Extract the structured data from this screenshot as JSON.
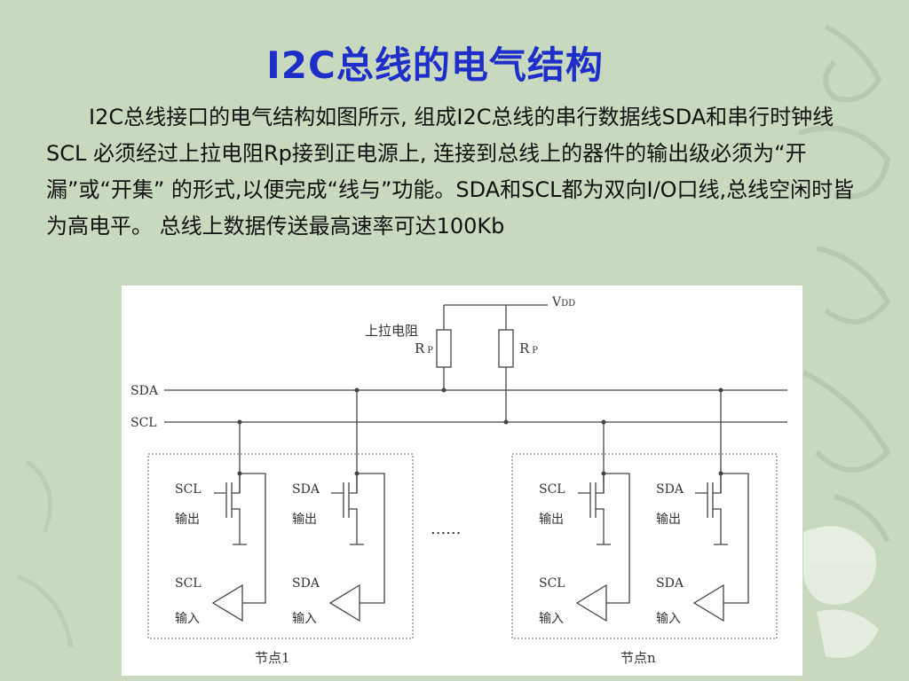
{
  "slide": {
    "title": "I2C总线的电气结构",
    "paragraph": "I2C总线接口的电气结构如图所示, 组成I2C总线的串行数据线SDA和串行时钟线SCL 必须经过上拉电阻Rp接到正电源上, 连接到总线上的器件的输出级必须为“开漏”或“开集” 的形式,以便完成“线与”功能。SDA和SCL都为双向I/O口线,总线空闲时皆为高电平。 总线上数据传送最高速率可达100Kb"
  },
  "diagram": {
    "vdd_label": "V",
    "vdd_sub": "DD",
    "pullup_label": "上拉电阻",
    "rp1": "R",
    "rp1_sub": "P",
    "rp2": "R",
    "rp2_sub": "P",
    "bus_sda": "SDA",
    "bus_scl": "SCL",
    "node1": {
      "label": "节点1",
      "out_scl": "SCL",
      "out_scl_sub": "输出",
      "out_sda": "SDA",
      "out_sda_sub": "输出",
      "in_scl": "SCL",
      "in_scl_sub": "输入",
      "in_sda": "SDA",
      "in_sda_sub": "输入"
    },
    "noden": {
      "label": "节点n",
      "out_scl": "SCL",
      "out_scl_sub": "输出",
      "out_sda": "SDA",
      "out_sda_sub": "输出",
      "in_scl": "SCL",
      "in_scl_sub": "输入",
      "in_sda": "SDA",
      "in_sda_sub": "输入"
    },
    "ellipsis": "......"
  }
}
